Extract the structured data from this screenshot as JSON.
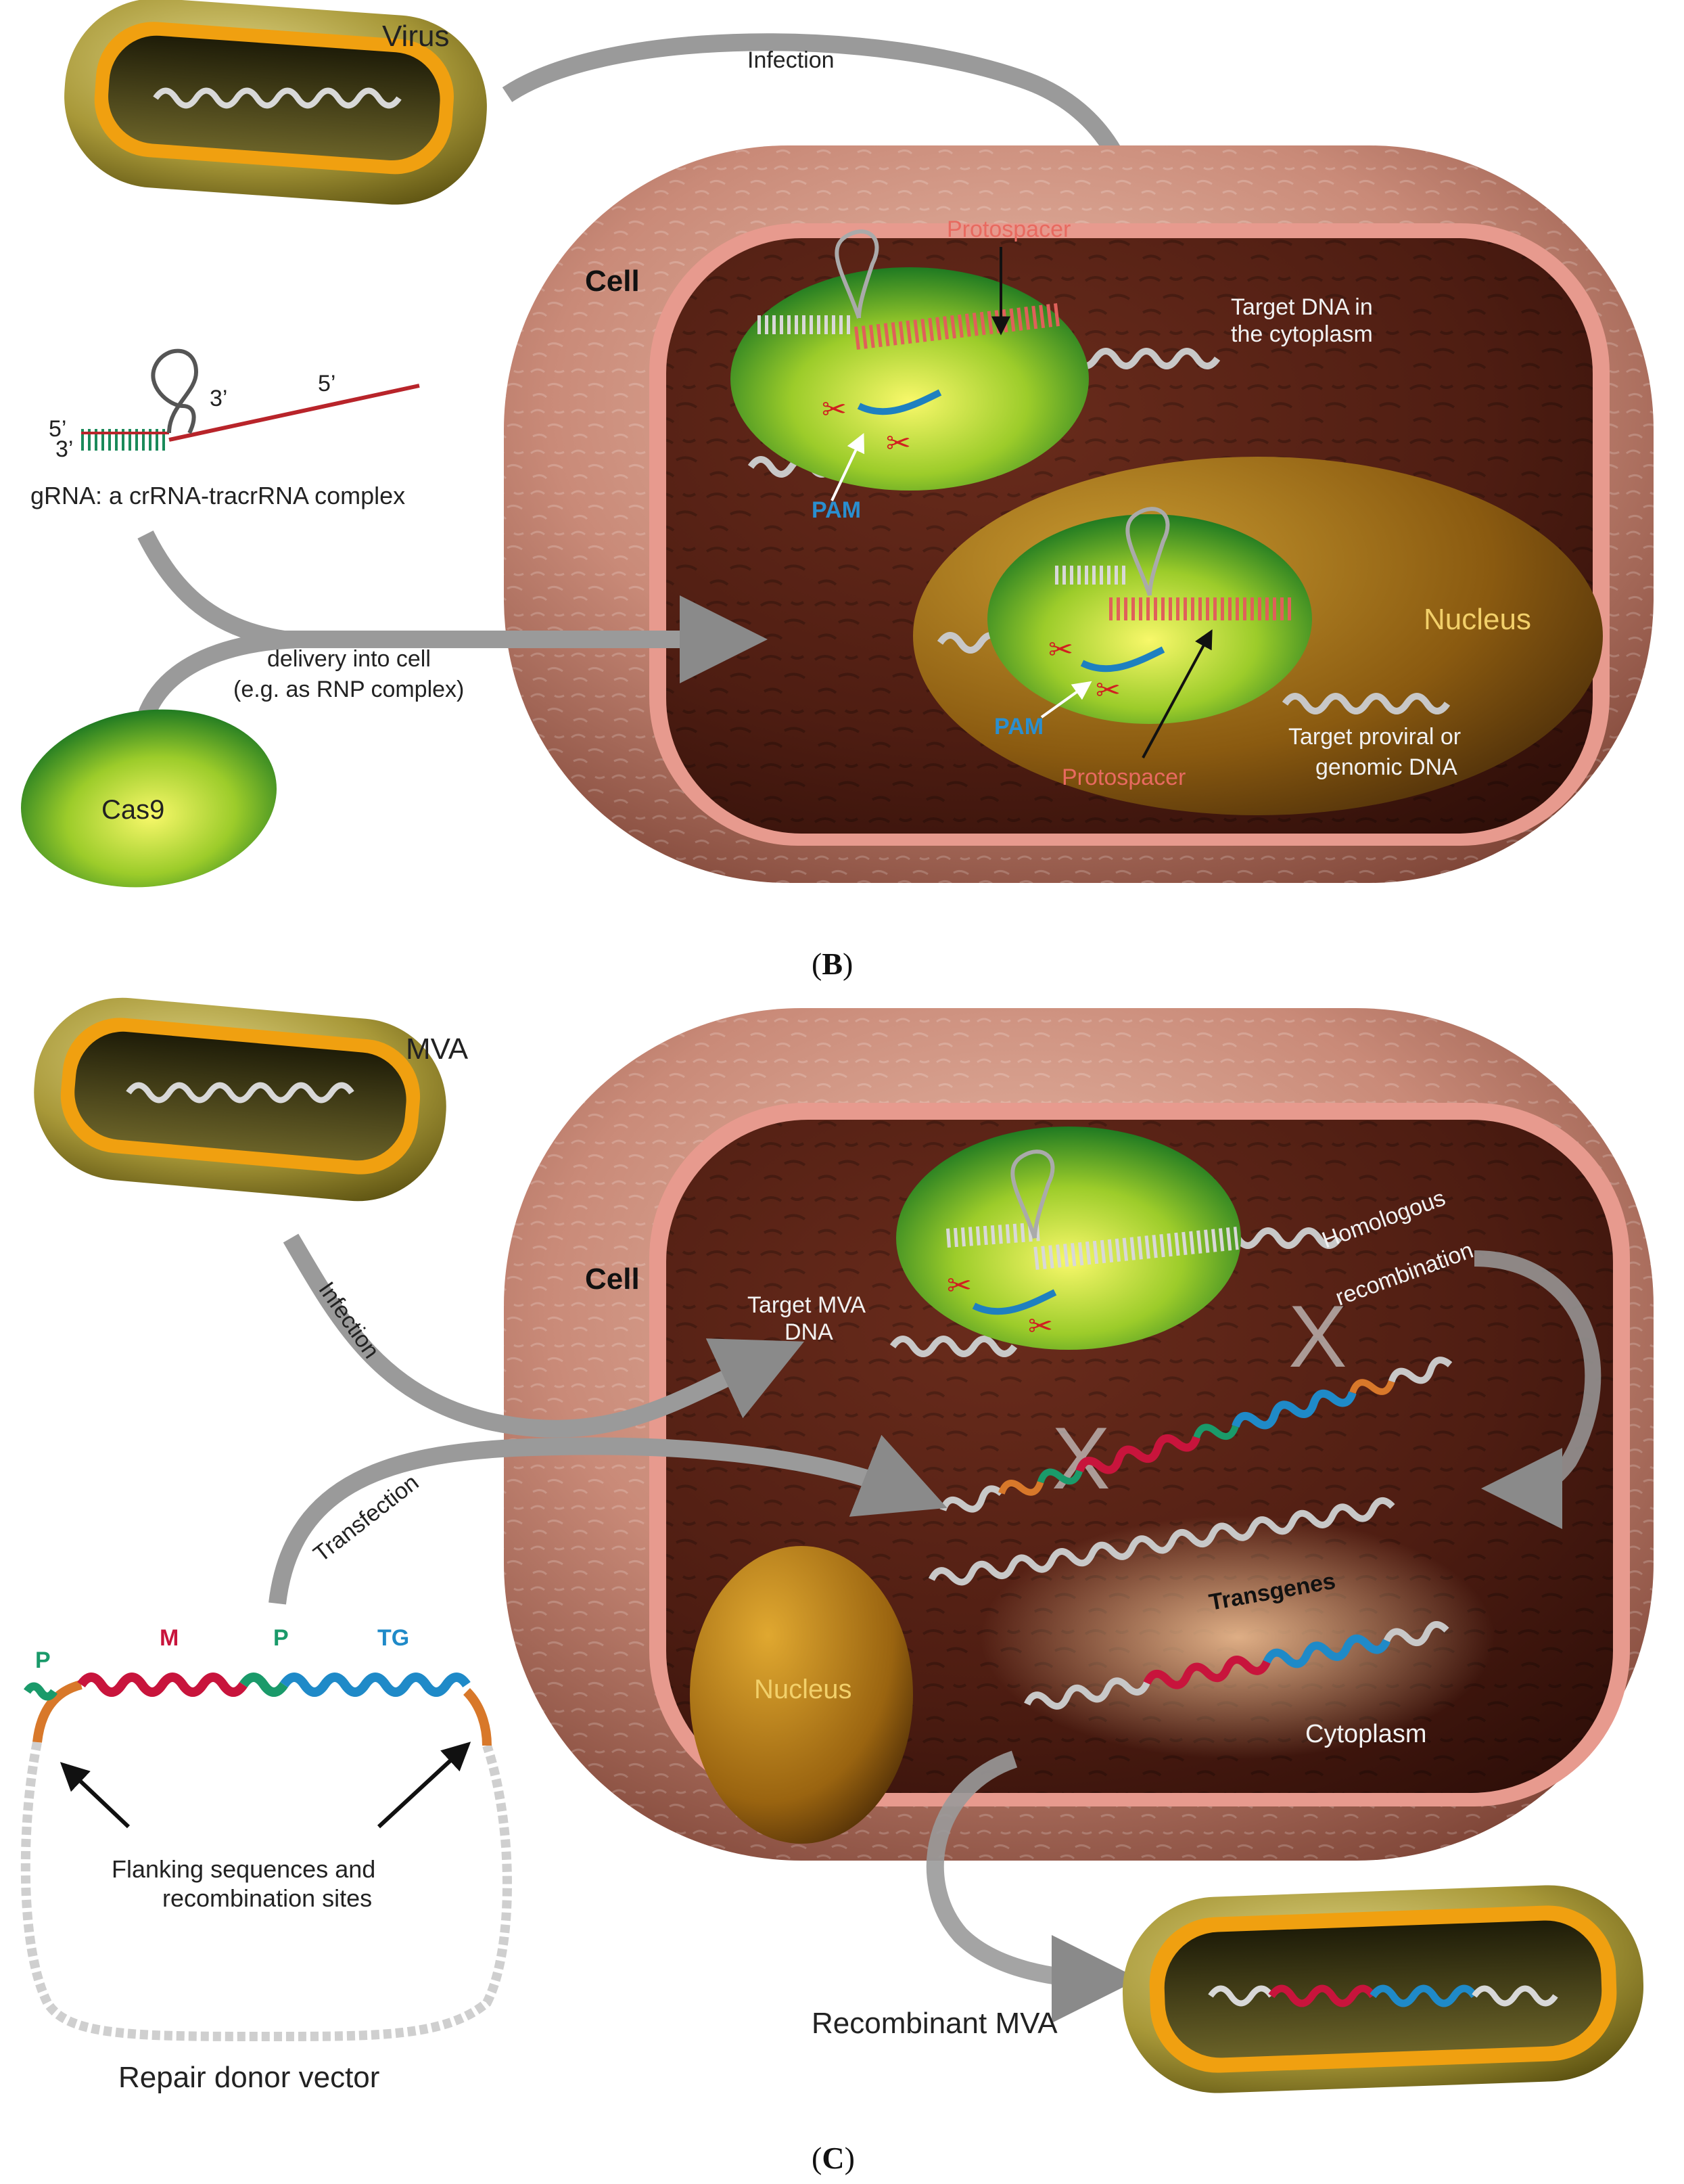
{
  "panel_b": {
    "caption_open": "(",
    "caption_letter": "B",
    "caption_close": ")",
    "virus": "Virus",
    "infection": "Infection",
    "cell": "Cell",
    "protospacer_top": "Protospacer",
    "target_dna_line1": "Target DNA in",
    "target_dna_line2": "the cytoplasm",
    "grna_5_left": "5’",
    "grna_3_left": "3’",
    "grna_3_loop": "3’",
    "grna_5_right": "5’",
    "grna_caption": "gRNA: a crRNA-tracrRNA complex",
    "pam_top": "PAM",
    "nucleus": "Nucleus",
    "delivery_line1": "delivery into cell",
    "delivery_line2": "(e.g. as RNP complex)",
    "pam_nucleus": "PAM",
    "target_proviral_line1": "Target proviral or",
    "target_proviral_line2": "genomic DNA",
    "protospacer_nucleus": "Protospacer",
    "cas9": "Cas9"
  },
  "panel_c": {
    "caption_open": "(",
    "caption_letter": "C",
    "caption_close": ")",
    "mva": "MVA",
    "cell": "Cell",
    "infection": "Infection",
    "target_mva_line1": "Target MVA",
    "target_mva_line2": "DNA",
    "homologous_line1": "Homologous",
    "homologous_line2": "recombination",
    "transfection": "Transfection",
    "transgenes": "Transgenes",
    "p_left": "P",
    "m": "M",
    "p_mid": "P",
    "tg": "TG",
    "nucleus": "Nucleus",
    "cytoplasm": "Cytoplasm",
    "flanking_line1": "Flanking sequences and",
    "flanking_line2": "recombination sites",
    "repair_donor": "Repair donor vector",
    "recombinant_mva": "Recombinant MVA"
  },
  "colors": {
    "cell_wall": "#c98a78",
    "cytoplasm": "#4e1d12",
    "cas9_green": "#2e9a2a",
    "cas9_yellow": "#f2f04a",
    "capsid_orange": "#f0a010",
    "nucleus_gold": "#9c6a10",
    "protospacer_red": "#e0605a",
    "pam_blue": "#2a8fd0",
    "dna_grey": "#c8c8c8",
    "marker_red": "#c8143c",
    "transgene_blue": "#1f8ac8",
    "promoter_green": "#1a9a6a",
    "flank_orange": "#d8782a"
  }
}
